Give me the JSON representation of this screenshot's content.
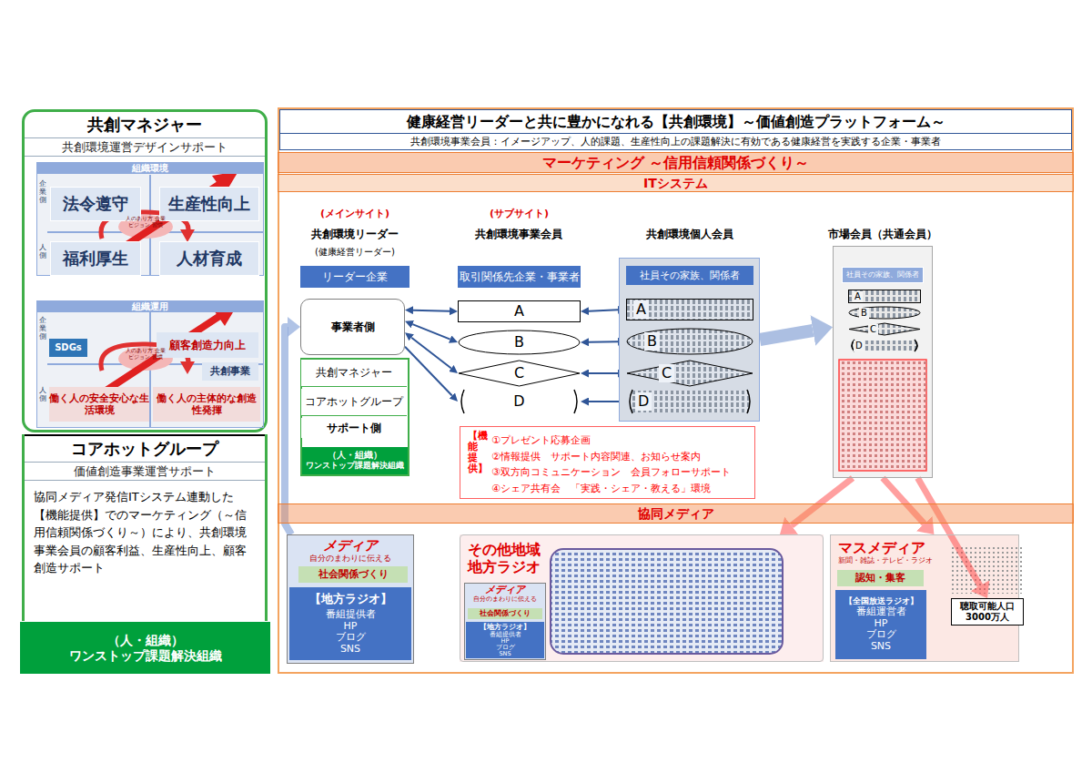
{
  "diagram": {
    "nodes": [
      {
        "text": [
          "共創マネジャー",
          "共創環境運営デザインサポート"
        ]
      },
      {
        "text": [
          "組織環境"
        ],
        "in": 0
      },
      {
        "text": [
          "法令遵守"
        ],
        "in": 1
      },
      {
        "text": [
          "生産性向上"
        ],
        "in": 1
      },
      {
        "text": [
          "福利厚生"
        ],
        "in": 1
      },
      {
        "text": [
          "人材育成"
        ],
        "in": 1
      },
      {
        "text": [
          "組織運用"
        ],
        "in": 0
      },
      {
        "text": [
          "SDGs"
        ],
        "in": 6
      },
      {
        "text": [
          "顧客創造力向上"
        ],
        "in": 6
      },
      {
        "text": [
          "共創事業"
        ],
        "in": 6
      },
      {
        "text": [
          "働く人の安全安心な生活環境"
        ],
        "in": 6
      },
      {
        "text": [
          "働く人の主体的な創造性発揮"
        ],
        "in": 6
      },
      {
        "text": [
          "コアホットグループ",
          "価値創造事業運営サポート",
          "協同メディア発信ITシステム連動した【機能提供】でのマーケティング（～信用信頼関係づくり～）により、共創環境事業会員の顧客利益、生産性向上、顧客創造サポート"
        ]
      },
      {
        "text": [
          "（人・組織）",
          "ワンストップ課題解決組織"
        ]
      },
      {
        "text": [
          "健康経営リーダーと共に豊かになれる【共創環境】～価値創造プラットフォーム～",
          "共創環境事業会員：イメージアップ、人的課題、生産性向上の課題解決に有効である健康経営を実践する企業・事業者"
        ]
      },
      {
        "text": [
          "マーケティング ～信用信頼関係づくり～"
        ],
        "in": 14
      },
      {
        "text": [
          "ITシステム"
        ],
        "in": 14
      },
      {
        "text": [
          "リーダー企業"
        ],
        "in": 14
      },
      {
        "text": [
          "事業者側"
        ],
        "in": 14
      },
      {
        "text": [
          "（人・組織）",
          "ワンストップ課題解決組織"
        ],
        "in": 14
      },
      {
        "text": [
          "共創マネジャー"
        ],
        "in": 19
      },
      {
        "text": [
          "コアホットグループ"
        ],
        "in": 19
      },
      {
        "text": [
          "サポート側"
        ],
        "in": 19
      },
      {
        "text": [
          "取引関係先企業・事業者"
        ],
        "in": 14
      },
      {
        "text": [
          "A"
        ],
        "in": 14
      },
      {
        "text": [
          "B"
        ],
        "in": 14
      },
      {
        "text": [
          "C"
        ],
        "in": 14
      },
      {
        "text": [
          "D"
        ],
        "in": 14
      },
      {
        "text": [
          "社員その家族、関係者"
        ],
        "in": 14
      },
      {
        "text": [
          "A"
        ],
        "in": 28
      },
      {
        "text": [
          "B"
        ],
        "in": 28
      },
      {
        "text": [
          "C"
        ],
        "in": 28
      },
      {
        "text": [
          "D"
        ],
        "in": 28
      },
      {
        "text": [
          "社員その家族、関係者"
        ],
        "in": 14
      },
      {
        "text": [
          "A"
        ],
        "in": 33
      },
      {
        "text": [
          "B"
        ],
        "in": 33
      },
      {
        "text": [
          "C"
        ],
        "in": 33
      },
      {
        "text": [
          "D"
        ],
        "in": 33
      },
      {
        "text": [
          "【機能提供】",
          "①プレゼント応募企画",
          "②情報提供　サポート内容関連、お知らせ案内",
          "③双方向コミュニケーション　会員フォローサポート",
          "④シェア共有会　「実践・シェア・教える」環境"
        ],
        "in": 14
      },
      {
        "text": [
          "協同メディア"
        ],
        "in": 14
      },
      {
        "text": [
          "メディア",
          "自分のまわりに伝える"
        ],
        "in": 14
      },
      {
        "text": [
          "社会関係づくり"
        ],
        "in": 40
      },
      {
        "text": [
          "【地方ラジオ】",
          "番組提供者",
          "HP",
          "ブログ",
          "SNS"
        ],
        "in": 40
      },
      {
        "text": [
          "その他地域 地方ラジオ"
        ],
        "in": 14
      },
      {
        "text": [
          "メディア",
          "自分のまわりに伝える"
        ],
        "in": 43
      },
      {
        "text": [
          "社会関係づくり"
        ],
        "in": 44
      },
      {
        "text": [
          "【地方ラジオ】",
          "番組提供者",
          "HP",
          "ブログ",
          "SNS"
        ],
        "in": 44
      },
      {
        "text": [
          "マスメディア",
          "新聞・雑誌・テレビ・ラジオ"
        ],
        "in": 14
      },
      {
        "text": [
          "認知・集客"
        ],
        "in": 47
      },
      {
        "text": [
          "【全国放送ラジオ】",
          "番組運営者",
          "HP",
          "ブログ",
          "SNS"
        ],
        "in": 47
      },
      {
        "text": [
          "聴取可能人口 3000万人"
        ],
        "in": 47
      }
    ],
    "edges": [
      {
        "from": 18,
        "to": 24,
        "arrow": "both"
      },
      {
        "from": 18,
        "to": 25,
        "arrow": "both"
      },
      {
        "from": 18,
        "to": 26,
        "arrow": "both"
      },
      {
        "from": 18,
        "to": 27,
        "arrow": "to"
      },
      {
        "from": 24,
        "to": 29,
        "arrow": "both"
      },
      {
        "from": 25,
        "to": 30,
        "arrow": "both"
      },
      {
        "from": 26,
        "to": 31,
        "arrow": "both"
      },
      {
        "from": 32,
        "to": 27,
        "arrow": "to"
      },
      {
        "from": 28,
        "to": 33,
        "arrow": "to"
      },
      {
        "from": 40,
        "to": 18,
        "arrow": "to"
      },
      {
        "from": 33,
        "to": 43,
        "arrow": "to"
      },
      {
        "from": 33,
        "to": 47,
        "arrow": "to"
      },
      {
        "from": 33,
        "to": 50,
        "arrow": "to"
      }
    ],
    "labels": [
      "(メインサイト)",
      "共創環境リーダー",
      "(健康経営リーダー)",
      "(サブサイト)",
      "共創環境事業会員",
      "共創環境個人会員",
      "市場会員（共通会員）",
      "企業側",
      "人側",
      "企業側",
      "人側",
      "人のあり方 企業ビジョン 習慣",
      "人のあり方 企業ビジョン 習慣"
    ]
  }
}
